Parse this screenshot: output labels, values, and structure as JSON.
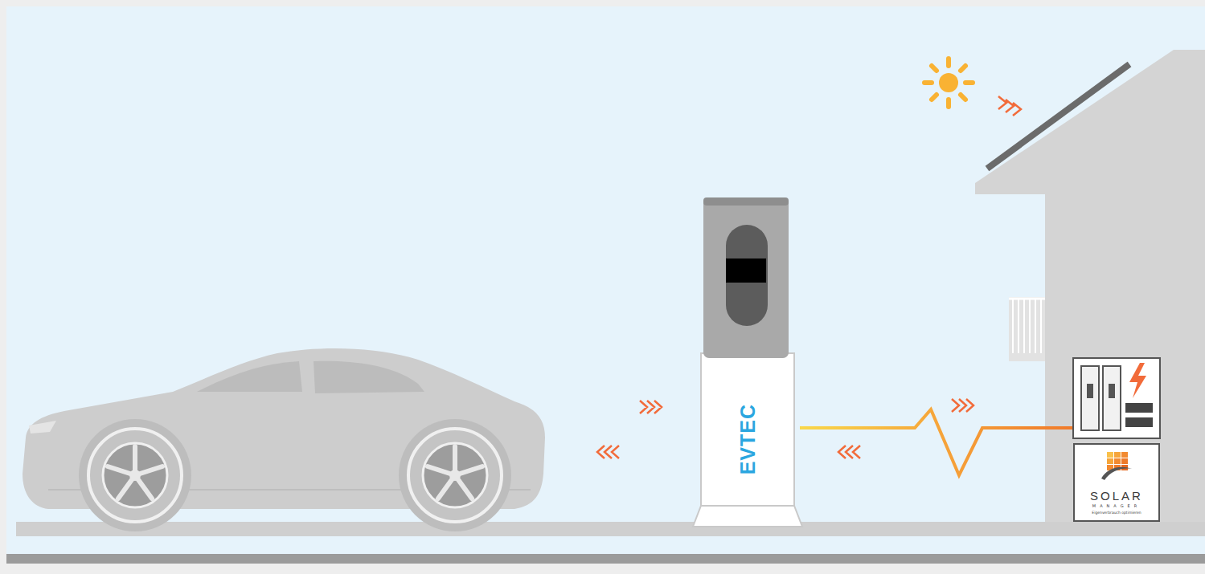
{
  "diagram": {
    "nodes": [
      {
        "text": [
          "EVTEC"
        ]
      },
      {
        "text": [
          "SOLAR",
          "MANAGER",
          "Eigenverbrauch optimieren"
        ]
      }
    ]
  }
}
